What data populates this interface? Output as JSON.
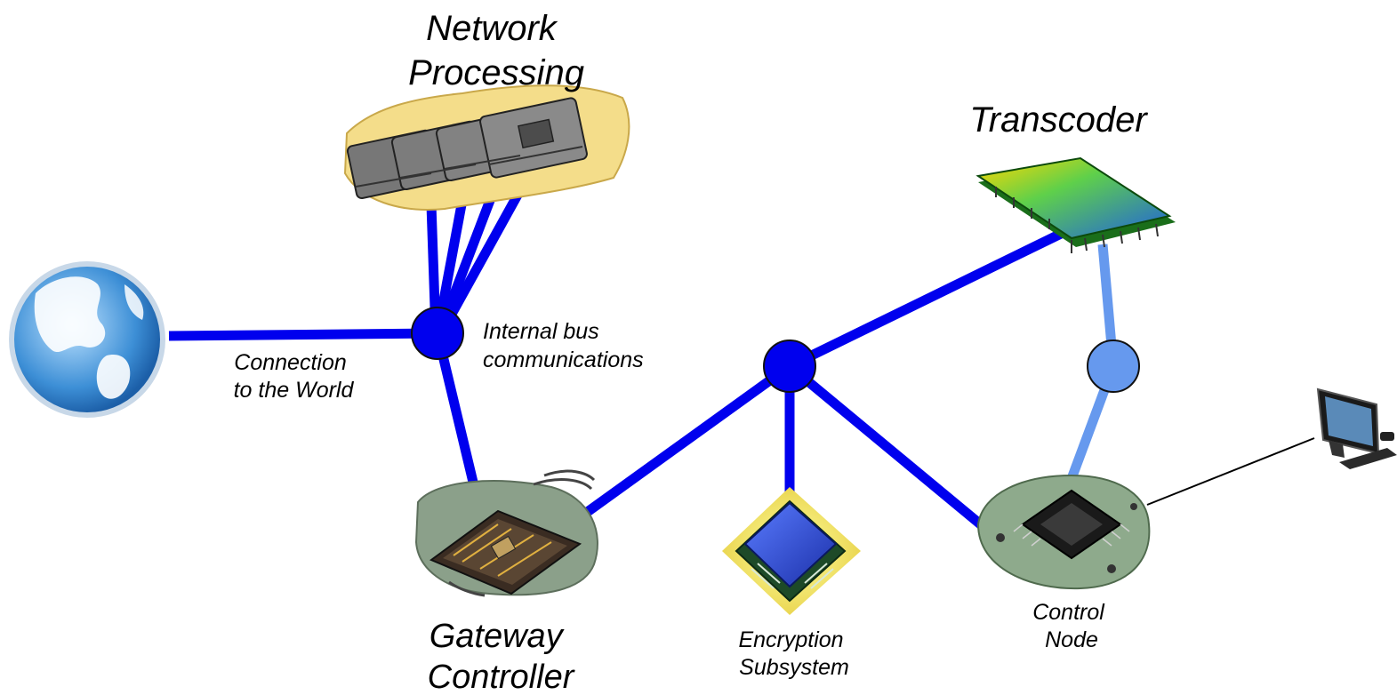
{
  "labels": {
    "network_processing": [
      "Network",
      "Processing"
    ],
    "transcoder": "Transcoder",
    "connection": [
      "Connection",
      "to the World"
    ],
    "internal_bus": [
      "Internal bus",
      "communications"
    ],
    "gateway": [
      "Gateway",
      "Controller"
    ],
    "encryption": [
      "Encryption",
      "Subsystem"
    ],
    "control_node": [
      "Control",
      "Node"
    ]
  },
  "colors": {
    "primary_bus": "#0000ee",
    "secondary_bus": "#6699ee",
    "terminal_link": "#000000"
  },
  "icons": {
    "world": "globe-icon",
    "network_processors": "cpu-chip-stack-icon",
    "transcoder": "transcoder-chip-icon",
    "gateway": "gateway-chip-icon",
    "encryption": "encryption-chip-icon",
    "control_node": "control-node-board-icon",
    "terminal": "desktop-computer-icon"
  }
}
